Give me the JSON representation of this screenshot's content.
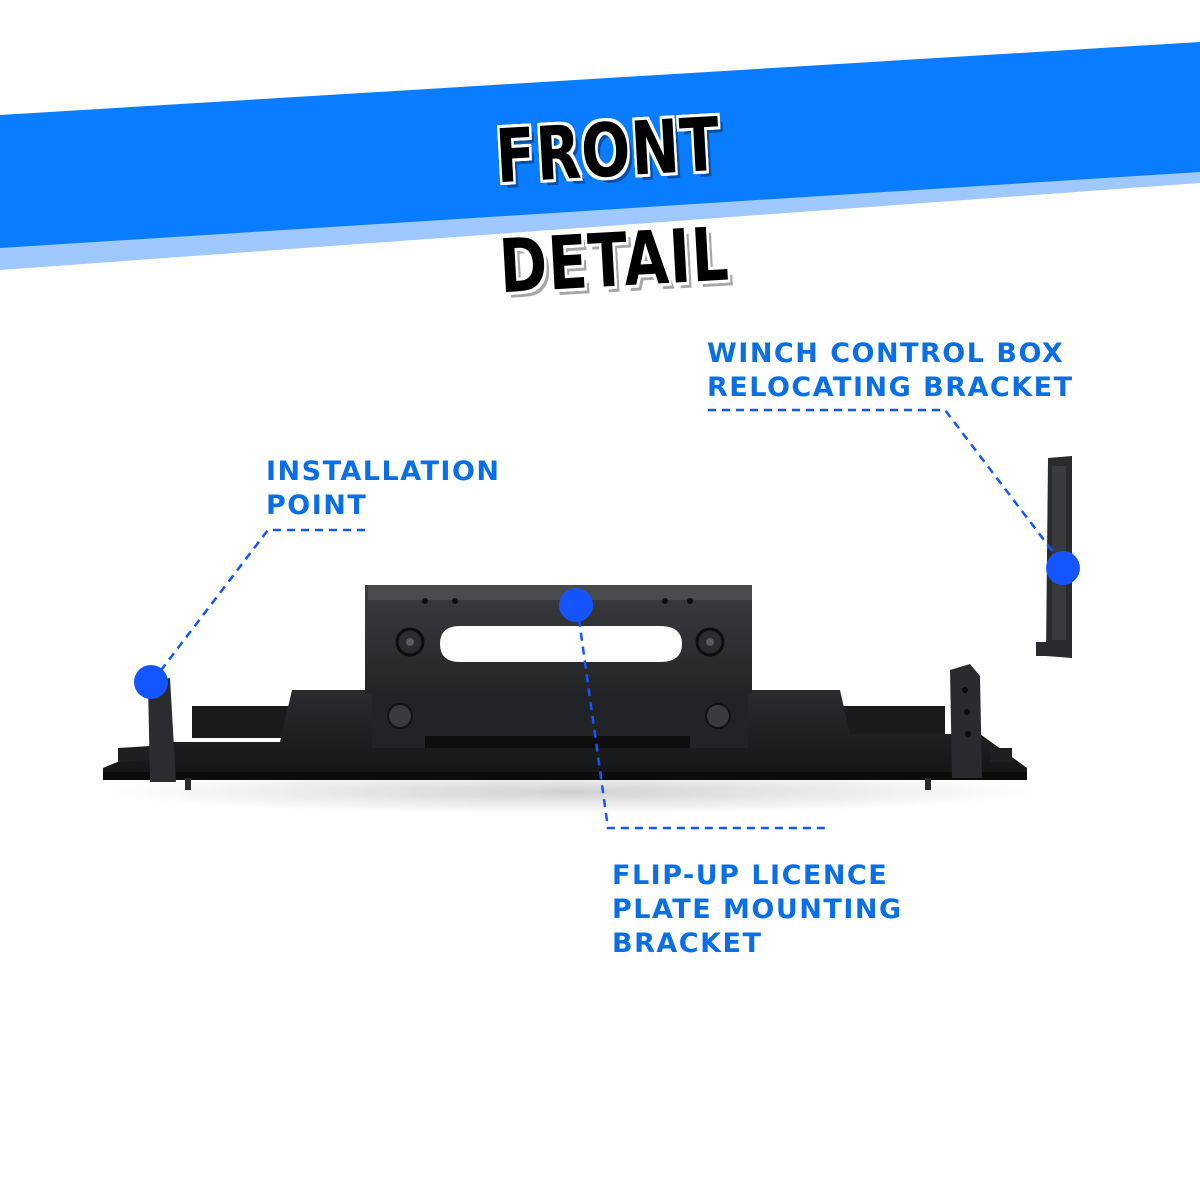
{
  "banner": {
    "title": "FRONT  DETAIL",
    "colors": {
      "band": "#0a7cff",
      "light_stripe": "#9ec8ff",
      "text": "#000000",
      "text_outline": "#ffffff"
    }
  },
  "callouts": {
    "winch_bracket": {
      "lines": [
        "WINCH CONTROL BOX",
        "RELOCATING BRACKET"
      ]
    },
    "installation_point": {
      "lines": [
        "INSTALLATION",
        "POINT"
      ]
    },
    "license_plate_bracket": {
      "lines": [
        "FLIP-UP LICENCE",
        "PLATE MOUNTING",
        "BRACKET"
      ]
    },
    "color": "#0a6ee6",
    "marker_color": "#1455ff"
  },
  "product": {
    "name": "winch-mounting-plate",
    "color": "#1c1d1f"
  }
}
